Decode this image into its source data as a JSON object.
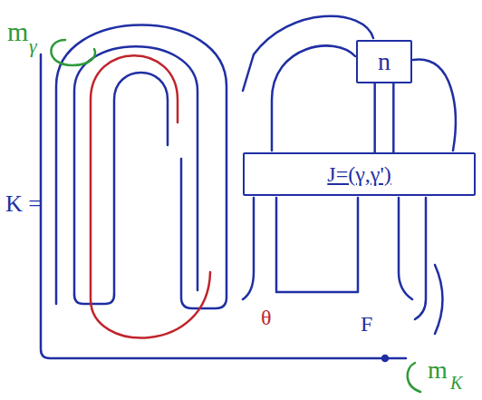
{
  "diagram": {
    "nodes": [
      {
        "text": [
          "n"
        ]
      },
      {
        "text": [
          "J=(γ,γ')"
        ]
      }
    ],
    "edges": [
      {
        "from": 0,
        "to": 1,
        "arrow": "none"
      },
      {
        "from": 0,
        "to": 1,
        "arrow": "none"
      }
    ],
    "labels": [
      "m",
      "γ",
      "K =",
      "θ",
      "F",
      "m",
      "K"
    ]
  }
}
